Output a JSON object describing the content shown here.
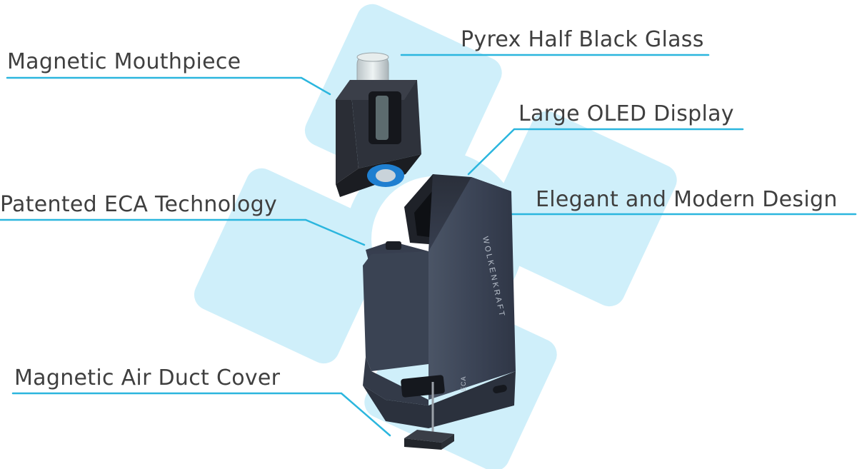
{
  "product": {
    "brand_engraving": "WOLKENKRAFT",
    "bottom_marking": "ECA",
    "colors": {
      "background_pattern": "#cfeffa",
      "callout_line": "#2bb6de",
      "label_text": "#3f3f3f",
      "device_body": "#40495a",
      "device_dark": "#1f2229",
      "filter_blue": "#1f7fd0"
    }
  },
  "callouts": [
    {
      "id": "magnetic-mouthpiece",
      "text": "Magnetic Mouthpiece"
    },
    {
      "id": "pyrex-half-black-glass",
      "text": "Pyrex Half Black Glass"
    },
    {
      "id": "large-oled-display",
      "text": "Large OLED Display"
    },
    {
      "id": "patented-eca-technology",
      "text": "Patented ECA Technology"
    },
    {
      "id": "elegant-modern-design",
      "text": "Elegant and Modern Design"
    },
    {
      "id": "magnetic-air-duct-cover",
      "text": "Magnetic Air Duct Cover"
    }
  ]
}
